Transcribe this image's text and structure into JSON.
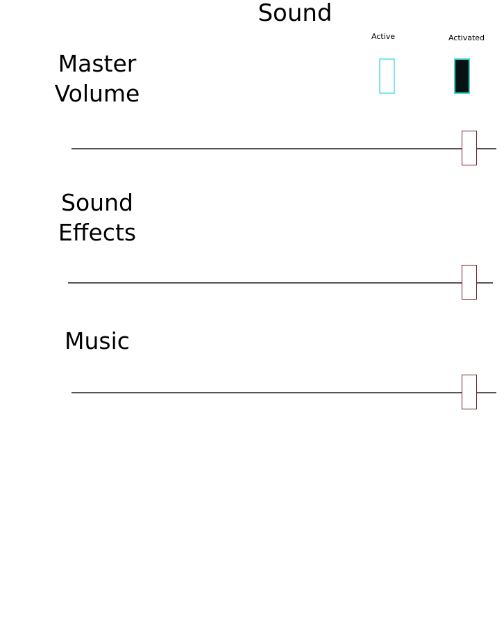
{
  "page": {
    "title": "Sound"
  },
  "legend": {
    "active": {
      "label": "Active",
      "color": "#7fe8e6"
    },
    "activated": {
      "label": "Activated",
      "color": "#061312",
      "border": "#3fd6cf"
    }
  },
  "sliders": {
    "master_volume": {
      "label": "Master\nVolume",
      "value_percent": 100
    },
    "sound_effects": {
      "label": "Sound\nEffects",
      "value_percent": 100
    },
    "music": {
      "label": "Music",
      "value_percent": 100
    }
  },
  "colors": {
    "track": "#5a5457",
    "thumb_border": "#6b1f22",
    "background": "#ffffff"
  }
}
